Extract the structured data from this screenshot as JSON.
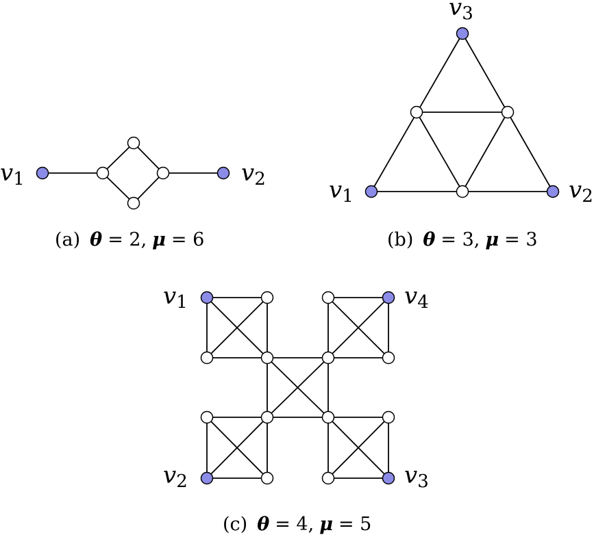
{
  "colors": {
    "terminal_node": "#8b8be8",
    "plain_node": "#ffffff",
    "edge": "#000000"
  },
  "graphs": [
    {
      "id": "a",
      "caption": {
        "tag": "(a)",
        "theta_symbol": "θ",
        "theta_value": "= 2,",
        "mu_symbol": "μ",
        "mu_value": "= 6"
      },
      "labels": [
        {
          "node": "v1",
          "base": "v",
          "sub": "1"
        },
        {
          "node": "v2",
          "base": "v",
          "sub": "2"
        }
      ]
    },
    {
      "id": "b",
      "caption": {
        "tag": "(b)",
        "theta_symbol": "θ",
        "theta_value": "= 3,",
        "mu_symbol": "μ",
        "mu_value": "= 3"
      },
      "labels": [
        {
          "node": "v1",
          "base": "v",
          "sub": "1"
        },
        {
          "node": "v2",
          "base": "v",
          "sub": "2"
        },
        {
          "node": "v3",
          "base": "v",
          "sub": "3"
        }
      ]
    },
    {
      "id": "c",
      "caption": {
        "tag": "(c)",
        "theta_symbol": "θ",
        "theta_value": "= 4,",
        "mu_symbol": "μ",
        "mu_value": "= 5"
      },
      "labels": [
        {
          "node": "v1",
          "base": "v",
          "sub": "1"
        },
        {
          "node": "v2",
          "base": "v",
          "sub": "2"
        },
        {
          "node": "v3",
          "base": "v",
          "sub": "3"
        },
        {
          "node": "v4",
          "base": "v",
          "sub": "4"
        }
      ]
    }
  ]
}
